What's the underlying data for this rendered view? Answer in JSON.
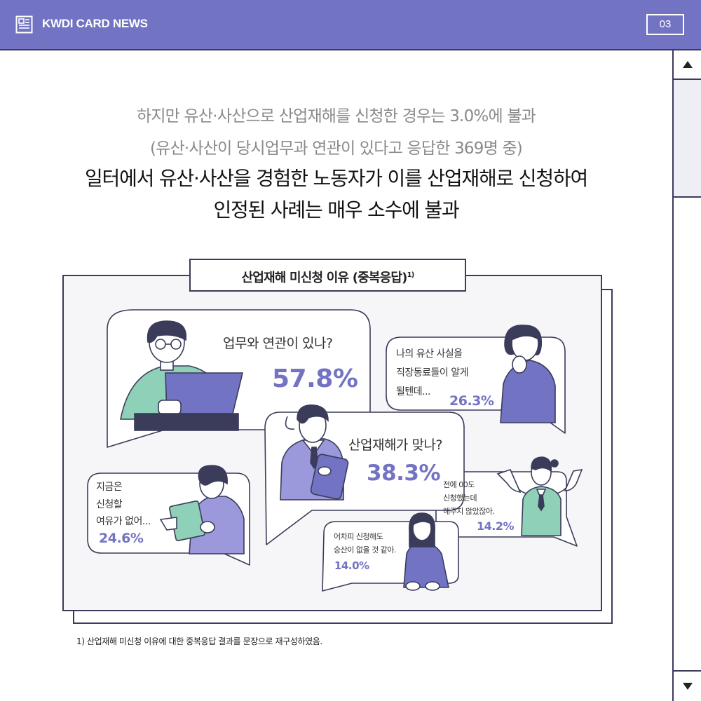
{
  "header": {
    "title": "KWDI CARD NEWS",
    "page_number": "03",
    "icon": "newspaper-icon"
  },
  "scrollbar": {
    "up_icon": "triangle-up-icon",
    "down_icon": "triangle-down-icon"
  },
  "headline": {
    "sub_line1": "하지만 유산·사산으로 산업재해를 신청한 경우는 3.0%에 불과",
    "sub_line2": "(유산·사산이 당시업무과 연관이 있다고 응답한 369명 중)",
    "main_line1": "일터에서 유산·사산을 경험한 노동자가 이를 산업재해로 신청하여",
    "main_line2": "인정된 사례는 매우 소수에 불과"
  },
  "panel": {
    "title": "산업재해 미신청 이유 (중복응답)",
    "title_sup": "1)"
  },
  "bubbles": [
    {
      "lines": [
        "업무와 연관이 있나?"
      ],
      "percent": "57.8%"
    },
    {
      "lines": [
        "나의 유산 사실을",
        "직장동료들이 알게",
        "될텐데..."
      ],
      "percent": "26.3%"
    },
    {
      "lines": [
        "산업재해가 맞나?"
      ],
      "percent": "38.3%"
    },
    {
      "lines": [
        "지금은",
        "신청할",
        "여유가 없어..."
      ],
      "percent": "24.6%"
    },
    {
      "lines": [
        "전에 00도",
        "신청했는데",
        "해주지 않았잖아."
      ],
      "percent": "14.2%"
    },
    {
      "lines": [
        "어차피 신청해도",
        "승산이 없을 것 같아."
      ],
      "percent": "14.0%"
    }
  ],
  "footnote": "1) 산업재해 미신청 이유에 대한 중복응답 결과를 문장으로 재구성하였음.",
  "colors": {
    "header_bg": "#7273c3",
    "accent_purple": "#7273c3",
    "mint": "#8fd0b8",
    "dark_navy": "#3b3b5a",
    "panel_bg": "#f6f6f9"
  }
}
